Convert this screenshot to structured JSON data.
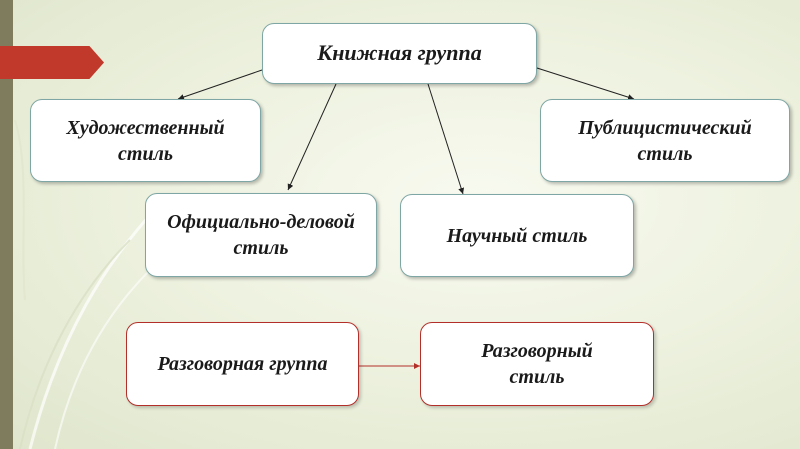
{
  "diagram": {
    "root": "Книжная группа",
    "artistic": "Художественный стиль",
    "journalistic": "Публицистический стиль",
    "official": "Официально-деловой стиль",
    "scientific": "Научный стиль",
    "colloquial_group": "Разговорная группа",
    "colloquial_style": "Разговорный стиль"
  },
  "colors": {
    "accent_red": "#c0392b",
    "box_border_teal": "#7ea6a4",
    "side_bar": "#7f7c5e"
  }
}
